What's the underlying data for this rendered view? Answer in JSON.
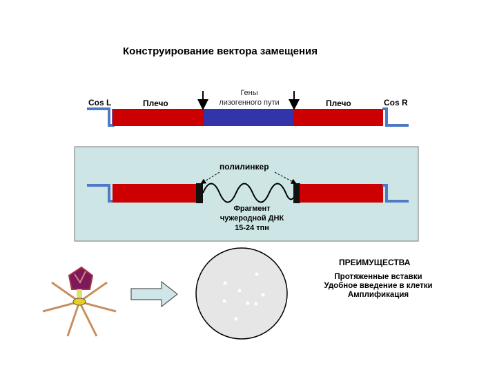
{
  "title": "Конструирование вектора замещения",
  "top_construct": {
    "cos_left": "Cos L",
    "cos_right": "Cos R",
    "arm_left": "Плечо",
    "arm_right": "Плечо",
    "genes_line1": "Гены",
    "genes_line2": "лизогенного пути"
  },
  "middle_construct": {
    "polylinker": "полилинкер",
    "fragment_line1": "Фрагмент",
    "fragment_line2": "чужеродной ДНК",
    "fragment_line3": "15-24 тпн"
  },
  "advantages": {
    "heading": "ПРЕИМУЩЕСТВА",
    "items": [
      "Протяженные вставки",
      "Удобное введение в клетки",
      "Амплификация"
    ]
  },
  "colors": {
    "arm_red": "#cc0000",
    "genes_blue": "#3333aa",
    "cos_blue": "#4d79c7",
    "panel_bg": "#cde5e5",
    "arrow_fill": "#cfe6e9",
    "plate_fill": "#e6e6e6"
  }
}
